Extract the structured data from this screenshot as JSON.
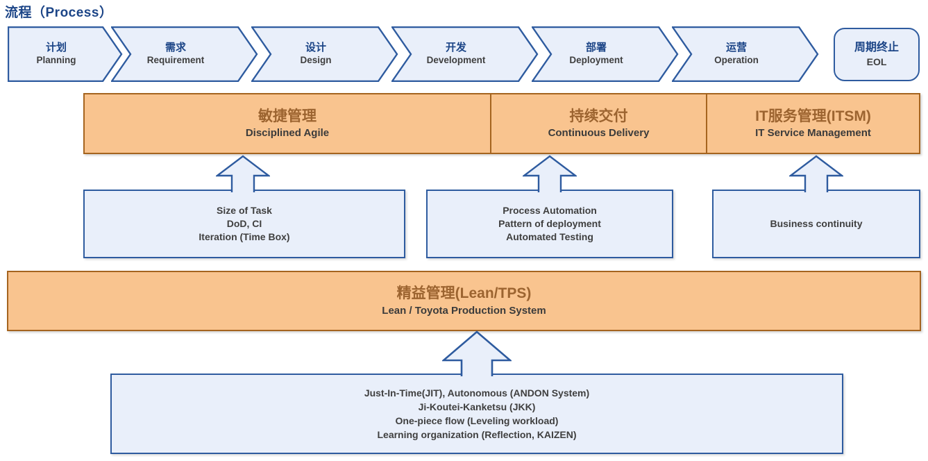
{
  "title": "流程（Process）",
  "process": {
    "steps": [
      {
        "zh": "计划",
        "en": "Planning"
      },
      {
        "zh": "需求",
        "en": "Requirement"
      },
      {
        "zh": "设计",
        "en": "Design"
      },
      {
        "zh": "开发",
        "en": "Development"
      },
      {
        "zh": "部署",
        "en": "Deployment"
      },
      {
        "zh": "运营",
        "en": "Operation"
      }
    ],
    "eol": {
      "zh": "周期终止",
      "en": "EOL"
    }
  },
  "methods": [
    {
      "zh": "敏捷管理",
      "en": "Disciplined Agile"
    },
    {
      "zh": "持续交付",
      "en": "Continuous Delivery"
    },
    {
      "zh": "IT服务管理(ITSM)",
      "en": "IT Service Management"
    }
  ],
  "lean": {
    "zh": "精益管理(Lean/TPS)",
    "en": "Lean / Toyota Production System"
  },
  "practices": [
    {
      "lines": [
        "Size of Task",
        "DoD, CI",
        "Iteration (Time Box)"
      ]
    },
    {
      "lines": [
        "Process Automation",
        "Pattern of deployment",
        "Automated Testing"
      ]
    },
    {
      "lines": [
        "Business continuity"
      ]
    }
  ],
  "lean_practices": {
    "lines": [
      "Just-In-Time(JIT), Autonomous (ANDON System)",
      "Ji-Koutei-Kanketsu (JKK)",
      "One-piece flow (Leveling workload)",
      "Learning organization (Reflection, KAIZEN)"
    ]
  },
  "colors": {
    "accent_blue": "#2e5b9f",
    "text_blue": "#1c4587",
    "light_blue_fill": "#e9effa",
    "orange_fill": "#f9c48f",
    "orange_border": "#a5641f",
    "brown_heading": "#9c6430",
    "dark_text": "#3f3f3f"
  }
}
